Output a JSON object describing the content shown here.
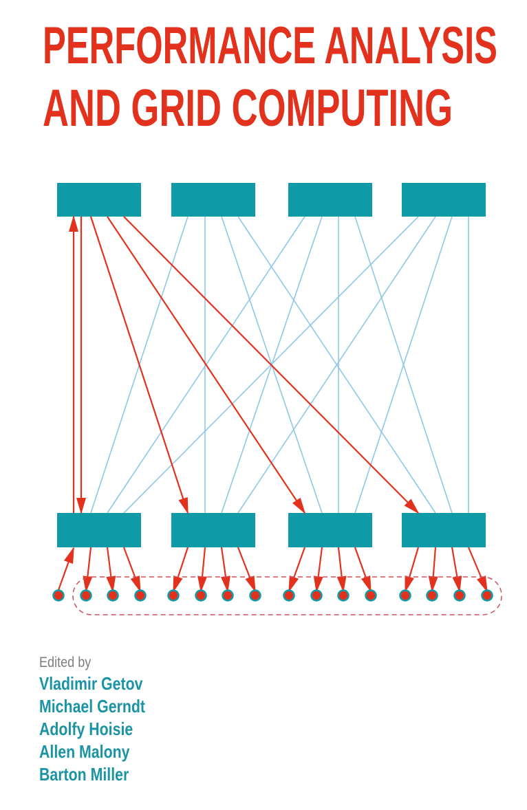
{
  "cover": {
    "title_lines": [
      "PERFORMANCE ANALYSIS",
      "AND GRID COMPUTING"
    ],
    "edited_by_label": "Edited by",
    "editors": [
      "Vladimir Getov",
      "Michael Gerndt",
      "Adolfy Hoisie",
      "Allen Malony",
      "Barton Miller"
    ]
  },
  "colors": {
    "title_red": "#e2321e",
    "box_teal": "#0e9aa7",
    "link_light_blue": "#8ec8e6",
    "arrow_red": "#e2321e",
    "editor_teal": "#1a93a3",
    "edited_by_gray": "#7d7d7d",
    "dashed_group": "#d0505a"
  },
  "diagram": {
    "top_boxes": 4,
    "bottom_boxes": 4,
    "nodes_per_bottom_box": 4,
    "node_count": 16
  }
}
